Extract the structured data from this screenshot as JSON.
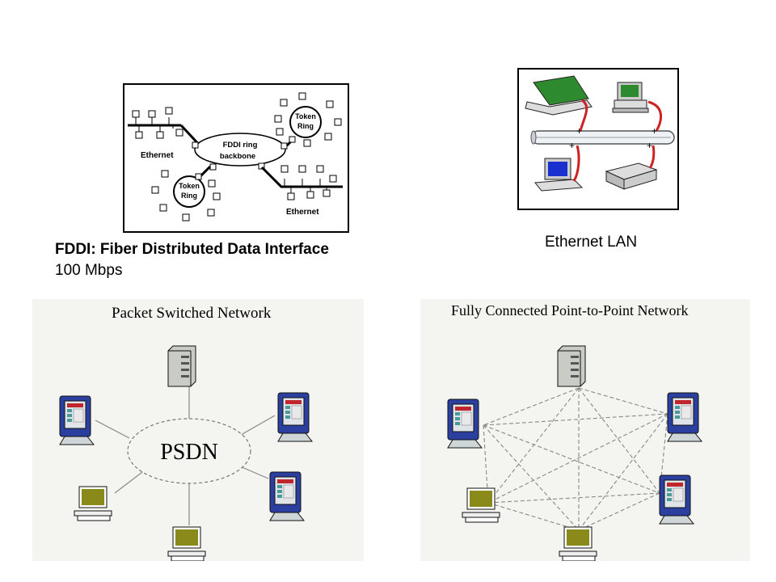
{
  "fddi": {
    "labels": {
      "ethernet_left": "Ethernet",
      "ethernet_right": "Ethernet",
      "backbone_line1": "FDDI ring",
      "backbone_line2": "backbone",
      "token_top_line1": "Token",
      "token_top_line2": "Ring",
      "token_bottom_line1": "Token",
      "token_bottom_line2": "Ring"
    },
    "caption_title": "FDDI: Fiber Distributed Data Interface",
    "caption_speed": "100 Mbps"
  },
  "ethernet_lan": {
    "caption": "Ethernet LAN"
  },
  "packet_switched": {
    "title": "Packet Switched Network",
    "cloud_label": "PSDN"
  },
  "point_to_point": {
    "title": "Fully Connected Point-to-Point Network"
  },
  "colors": {
    "workstation_blue": "#2a3f9e",
    "screen_red": "#c0272d",
    "monitor_olive": "#8a8a1a",
    "tower_gray": "#c8ccc4",
    "cable_red": "#cc2222",
    "lan_screen_green": "#2e8a2e",
    "diagram_bg": "#f4f4f0"
  }
}
